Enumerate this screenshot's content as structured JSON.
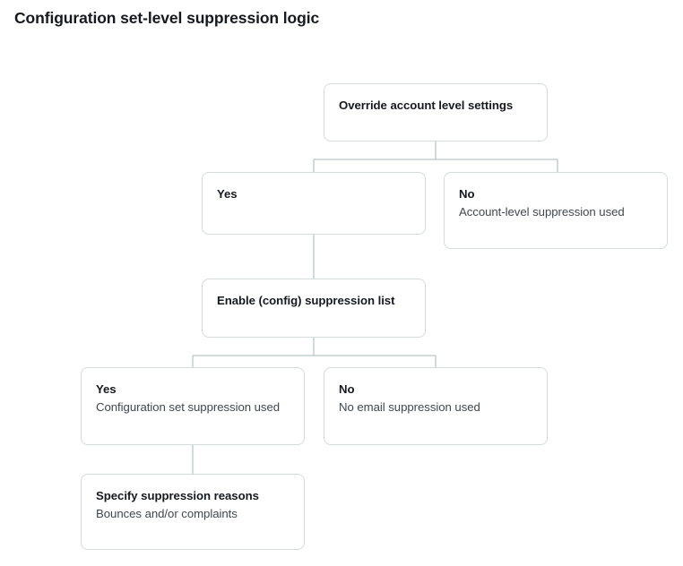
{
  "page": {
    "title": "Configuration set-level suppression logic"
  },
  "diagram": {
    "type": "flowchart",
    "orientation": "top-down",
    "nodes": [
      {
        "id": "root",
        "title": "Override account level settings",
        "subtitle": ""
      },
      {
        "id": "override-yes",
        "title": "Yes",
        "subtitle": ""
      },
      {
        "id": "override-no",
        "title": "No",
        "subtitle": "Account-level suppression used"
      },
      {
        "id": "enable-list",
        "title": "Enable (config) suppression list",
        "subtitle": ""
      },
      {
        "id": "enable-yes",
        "title": "Yes",
        "subtitle": "Configuration set suppression used"
      },
      {
        "id": "enable-no",
        "title": "No",
        "subtitle": "No email suppression used"
      },
      {
        "id": "reasons",
        "title": "Specify suppression reasons",
        "subtitle": "Bounces and/or complaints"
      }
    ],
    "edges": [
      {
        "from": "root",
        "to": "override-yes"
      },
      {
        "from": "root",
        "to": "override-no"
      },
      {
        "from": "override-yes",
        "to": "enable-list"
      },
      {
        "from": "enable-list",
        "to": "enable-yes"
      },
      {
        "from": "enable-list",
        "to": "enable-no"
      },
      {
        "from": "enable-yes",
        "to": "reasons"
      }
    ]
  },
  "colors": {
    "background": "#ffffff",
    "node_border": "#d5dbdb",
    "node_fill": "#ffffff",
    "title_text": "#16191f",
    "subtitle_text": "#414750",
    "connector": "#aab7b8"
  }
}
